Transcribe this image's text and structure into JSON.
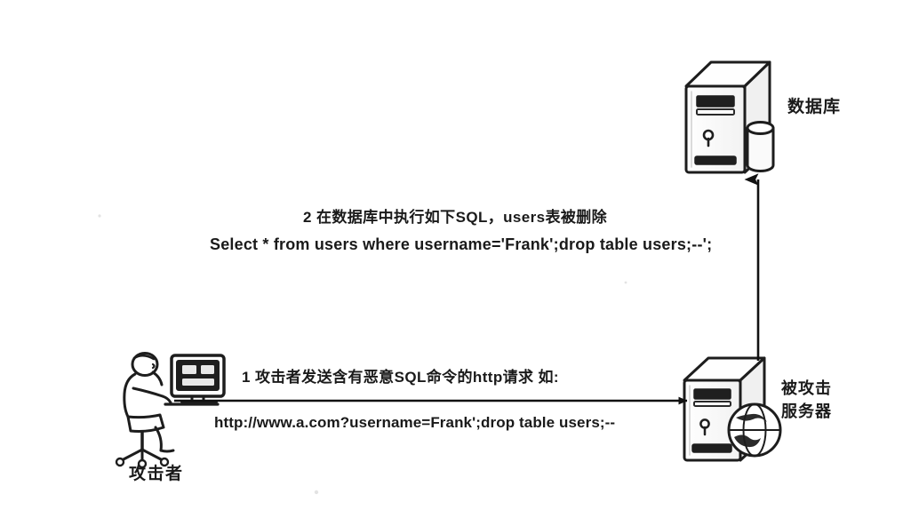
{
  "diagram": {
    "title": "SQL Injection Attack Flow",
    "background_color": "#ffffff",
    "ink_color": "#1a1a1a"
  },
  "nodes": {
    "attacker": {
      "label": "攻击者",
      "icon": "person-at-computer-icon"
    },
    "attacked_server": {
      "label": "被攻击\n服务器",
      "icon": "server-tower-with-globe-icon"
    },
    "database": {
      "label": "数据库",
      "icon": "server-tower-with-database-cylinder-icon"
    }
  },
  "steps": {
    "step1": {
      "number": "1",
      "heading": "1  攻击者发送含有恶意SQL命令的http请求  如:",
      "payload": "http://www.a.com?username=Frank';drop table users;--"
    },
    "step2": {
      "number": "2",
      "heading": "2 在数据库中执行如下SQL，users表被删除",
      "payload": "Select * from users where username='Frank';drop table users;--';"
    }
  },
  "arrows": {
    "attacker_to_server": {
      "name": "http-request-arrow",
      "direction": "right"
    },
    "server_to_database": {
      "name": "sql-execution-arrow",
      "direction": "up"
    }
  }
}
